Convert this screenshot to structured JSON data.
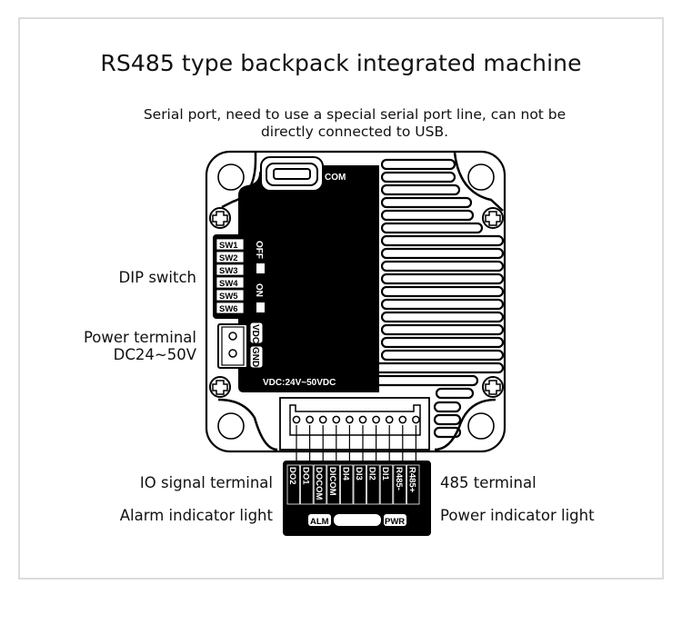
{
  "title": "RS485 type backpack integrated machine",
  "subtitle": "Serial port, need to use a special serial port line, can not be directly connected to USB.",
  "callouts": {
    "dip_switch": "DIP switch",
    "power_terminal_line1": "Power terminal",
    "power_terminal_line2": "DC24~50V",
    "io_signal_terminal": "IO signal terminal",
    "alarm_indicator": "Alarm indicator light",
    "rs485_terminal": "485 terminal",
    "power_indicator": "Power indicator light"
  },
  "board": {
    "com_label": "COM",
    "dip_switches": [
      "SW1",
      "SW2",
      "SW3",
      "SW4",
      "SW5",
      "SW6"
    ],
    "dip_off_label": "OFF",
    "dip_on_label": "ON",
    "power_pins": [
      "VDC",
      "GND"
    ],
    "voltage_label": "VDC:24V~50VDC",
    "io_pins": [
      "DO2",
      "DO1",
      "DOCOM",
      "DICOM",
      "DI4",
      "DI3",
      "DI2",
      "DI1",
      "R485-",
      "R485+"
    ],
    "alm_label": "ALM",
    "pwr_label": "PWR"
  },
  "colors": {
    "frame_border": "#dcdcdc",
    "ink": "#000000",
    "paper": "#ffffff"
  }
}
